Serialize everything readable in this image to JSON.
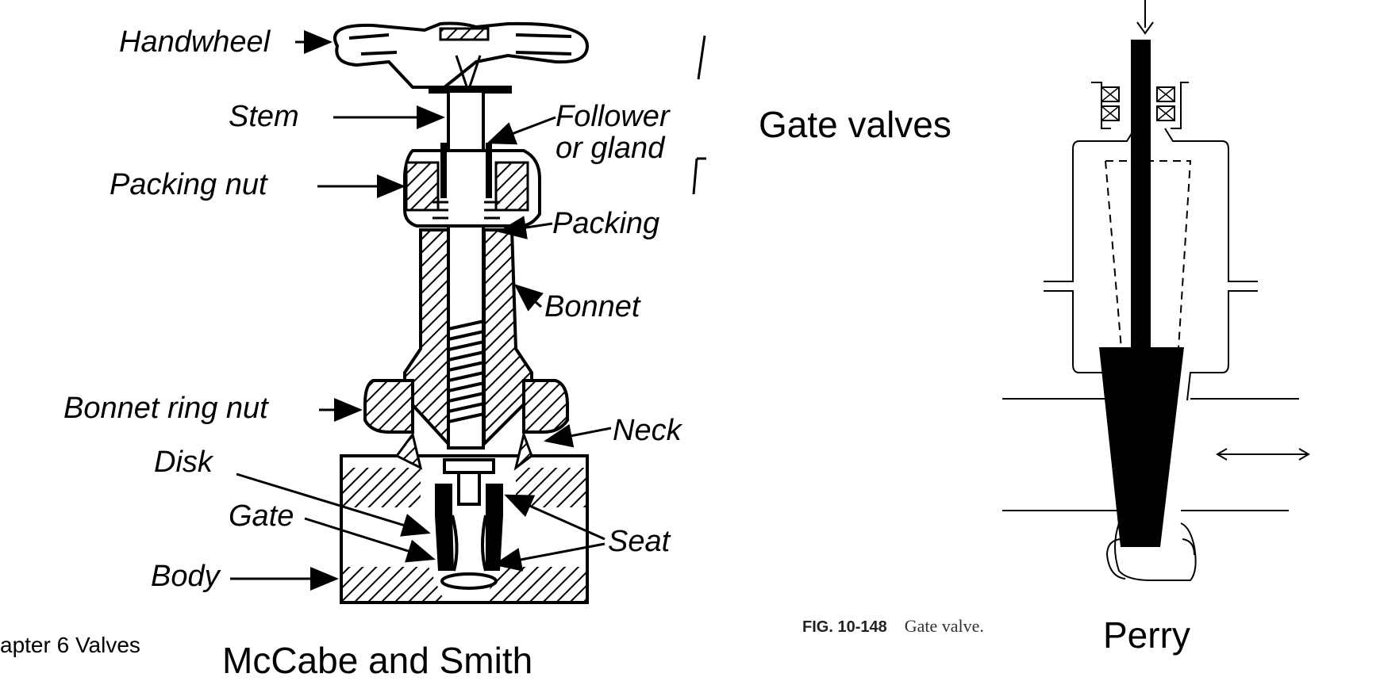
{
  "left_diagram": {
    "labels": {
      "handwheel": "Handwheel",
      "stem": "Stem",
      "follower_line1": "Follower",
      "follower_line2": "or gland",
      "packing_nut": "Packing nut",
      "packing": "Packing",
      "bonnet": "Bonnet",
      "bonnet_ring_nut": "Bonnet ring nut",
      "neck": "Neck",
      "disk": "Disk",
      "gate": "Gate",
      "seat": "Seat",
      "body": "Body"
    },
    "source": "McCabe and Smith"
  },
  "heading": "Gate valves",
  "chapter": "apter 6 Valves",
  "right_diagram": {
    "fig_number": "FIG. 10-148",
    "fig_caption": "Gate valve.",
    "source": "Perry"
  }
}
